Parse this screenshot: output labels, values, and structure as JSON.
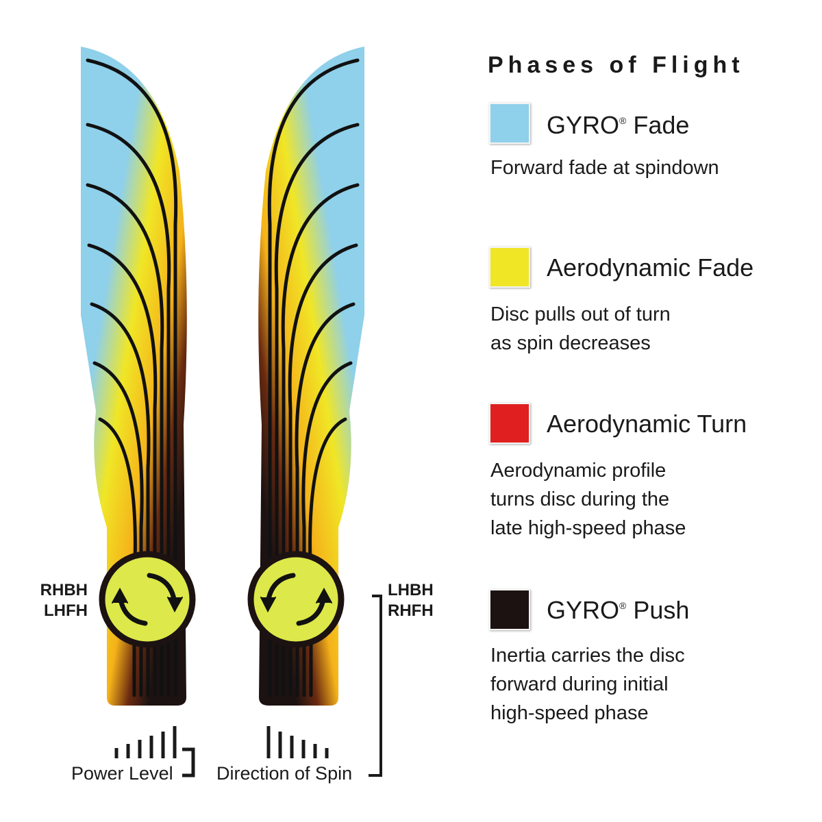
{
  "legend": {
    "title": "Phases of Flight",
    "items": [
      {
        "label": "GYRO",
        "mark": "®",
        "label_suffix": " Fade",
        "description": [
          "Forward fade at spindown"
        ],
        "color": "#8fd0ea"
      },
      {
        "label": "Aerodynamic Fade",
        "mark": "",
        "label_suffix": "",
        "description": [
          "Disc pulls out of turn",
          "as spin decreases"
        ],
        "color": "#f0e626"
      },
      {
        "label": "Aerodynamic Turn",
        "mark": "",
        "label_suffix": "",
        "description": [
          "Aerodynamic profile",
          "turns disc during the",
          "late high-speed phase"
        ],
        "color": "#e02020"
      },
      {
        "label": "GYRO",
        "mark": "®",
        "label_suffix": " Push",
        "description": [
          "Inertia carries the disc",
          "forward during initial",
          "high-speed phase"
        ],
        "color": "#1c1212"
      }
    ]
  },
  "diagram": {
    "left_throw": [
      "RHBH",
      "LHFH"
    ],
    "right_throw": [
      "LHBH",
      "RHFH"
    ],
    "power_level_label": "Power Level",
    "direction_of_spin_label": "Direction of Spin"
  },
  "colors": {
    "gyro_fade": "#8fd0ea",
    "aero_fade": "#f0e626",
    "aero_turn": "#e8521a",
    "gyro_push": "#1c1212",
    "spin_circle": "#dde84a"
  }
}
